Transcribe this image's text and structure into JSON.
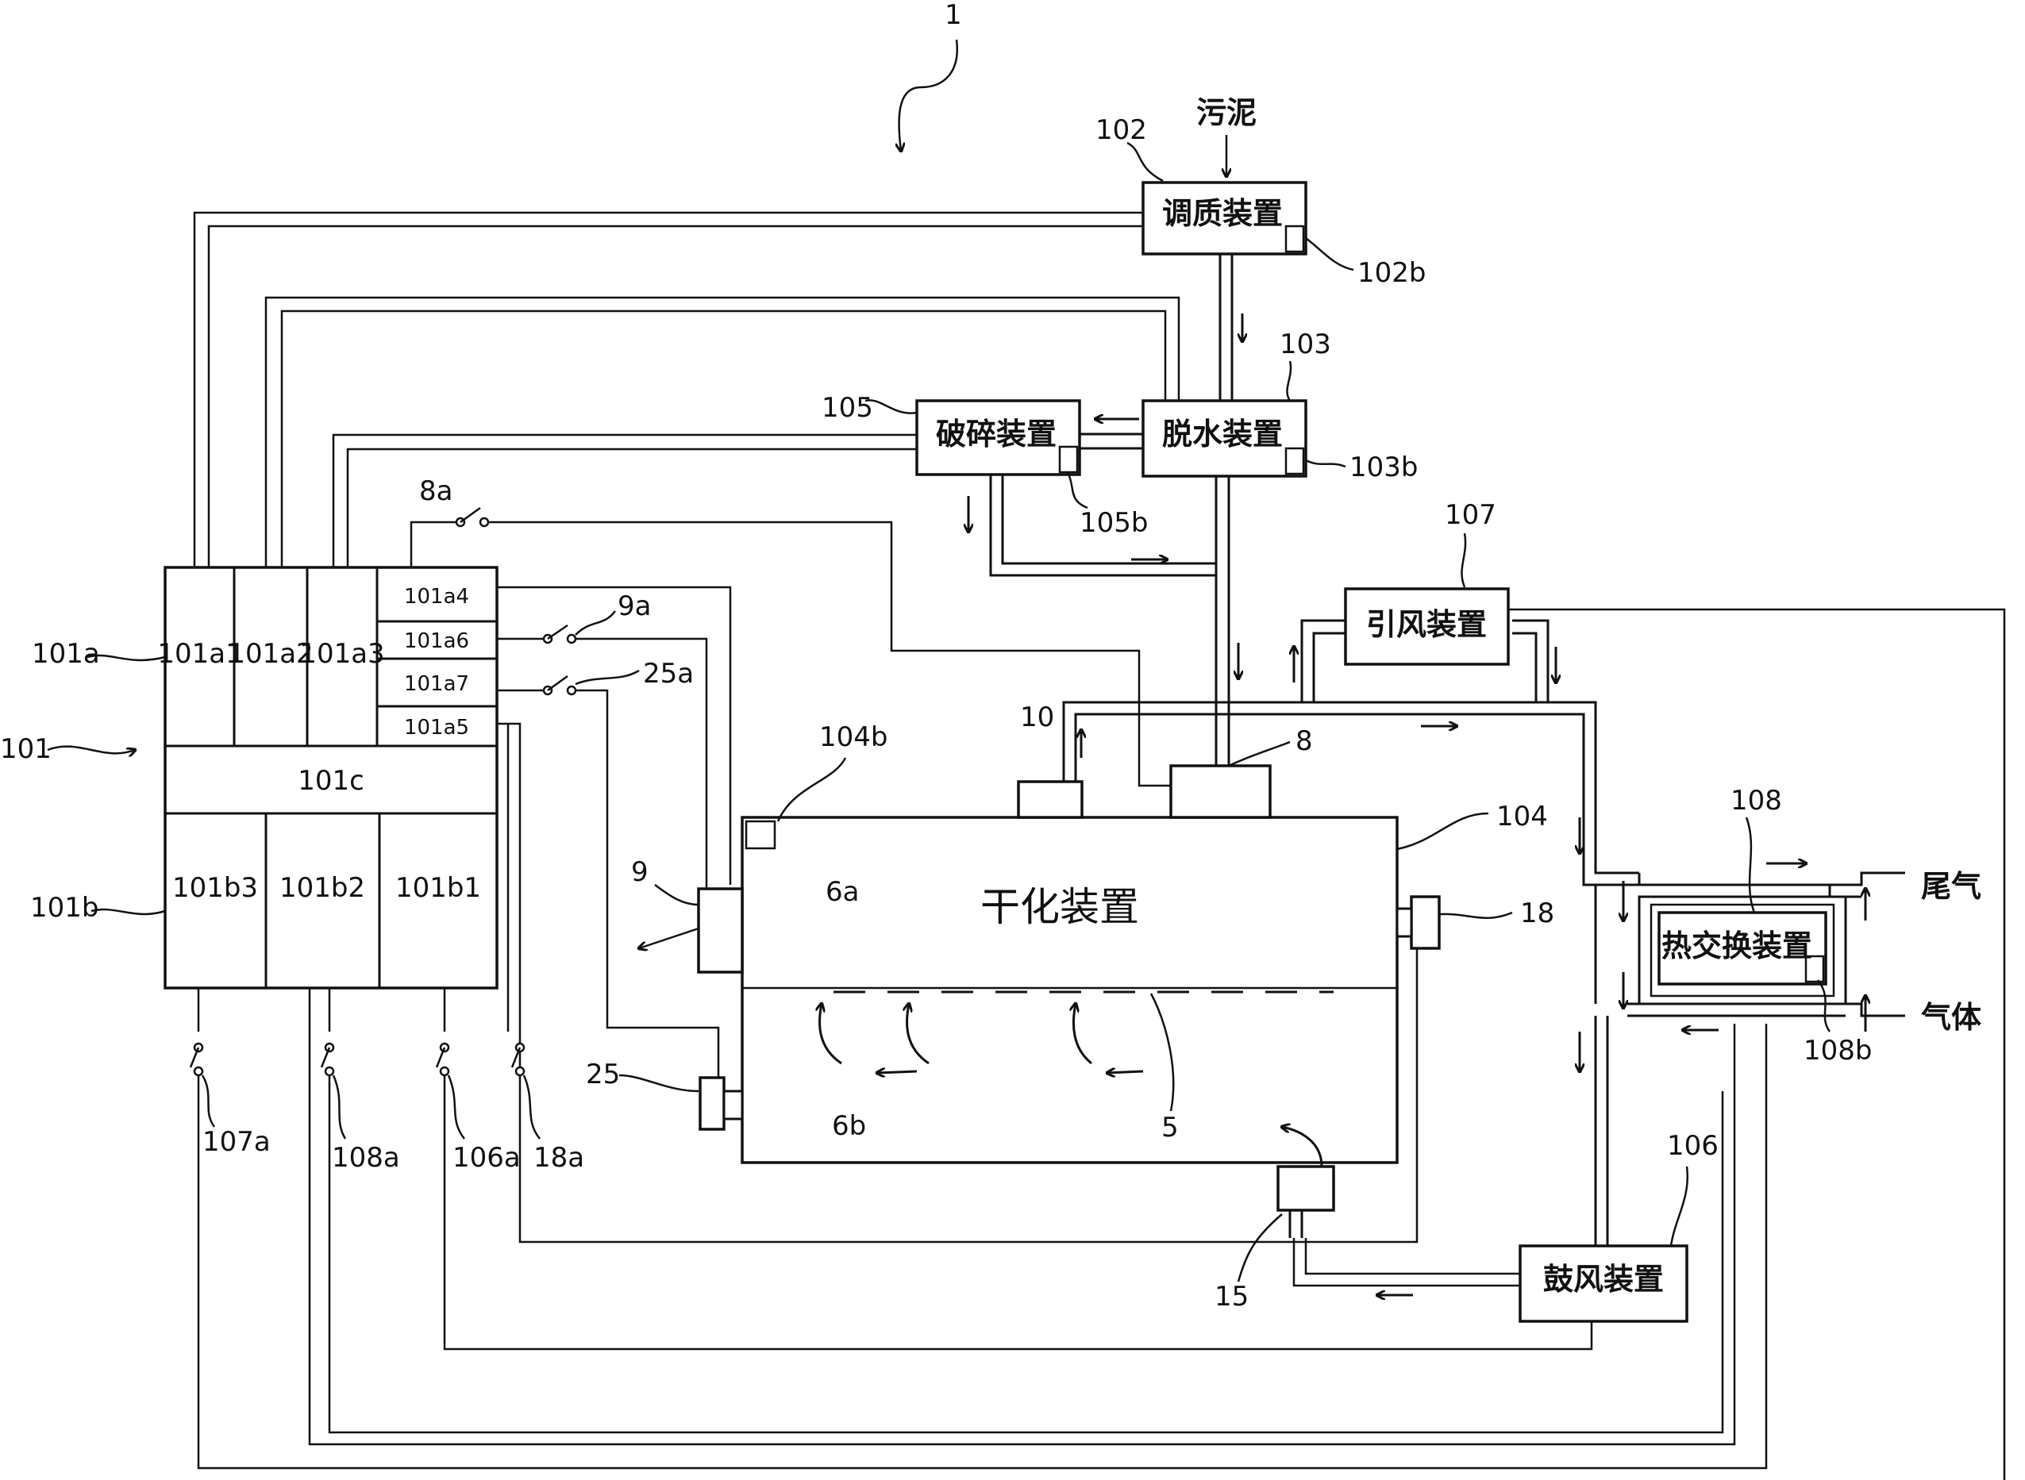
{
  "figure_number": "1",
  "inputs": {
    "sludge": "污泥"
  },
  "outputs": {
    "exhaust": "尾气",
    "gas": "气体"
  },
  "devices": {
    "conditioning": {
      "label": "调质装置",
      "ref": "102",
      "sensor_ref": "102b"
    },
    "dewatering": {
      "label": "脱水装置",
      "ref": "103",
      "sensor_ref": "103b"
    },
    "crushing": {
      "label": "破碎装置",
      "ref": "105",
      "sensor_ref": "105b"
    },
    "induced_draft": {
      "label": "引风装置",
      "ref": "107"
    },
    "heat_exchanger": {
      "label": "热交换装置",
      "ref": "108",
      "sensor_ref": "108b"
    },
    "drying": {
      "label": "干化装置",
      "ref": "104",
      "sensor_ref": "104b",
      "upper_chamber": "6a",
      "lower_chamber": "6b",
      "divider_ref": "5"
    },
    "blower": {
      "label": "鼓风装置",
      "ref": "106"
    }
  },
  "controller": {
    "ref": "101",
    "section_a": "101a",
    "section_b": "101b",
    "section_c": "101c",
    "a_cells": [
      "101a1",
      "101a2",
      "101a3"
    ],
    "a_subcells": [
      "101a4",
      "101a6",
      "101a7",
      "101a5"
    ],
    "b_cells": [
      "101b3",
      "101b2",
      "101b1"
    ]
  },
  "components": {
    "c8": "8",
    "c9": "9",
    "c10": "10",
    "c15": "15",
    "c18": "18",
    "c25": "25"
  },
  "switches": {
    "s8a": "8a",
    "s9a": "9a",
    "s25a": "25a",
    "s107a": "107a",
    "s108a": "108a",
    "s106a": "106a",
    "s18a": "18a"
  }
}
